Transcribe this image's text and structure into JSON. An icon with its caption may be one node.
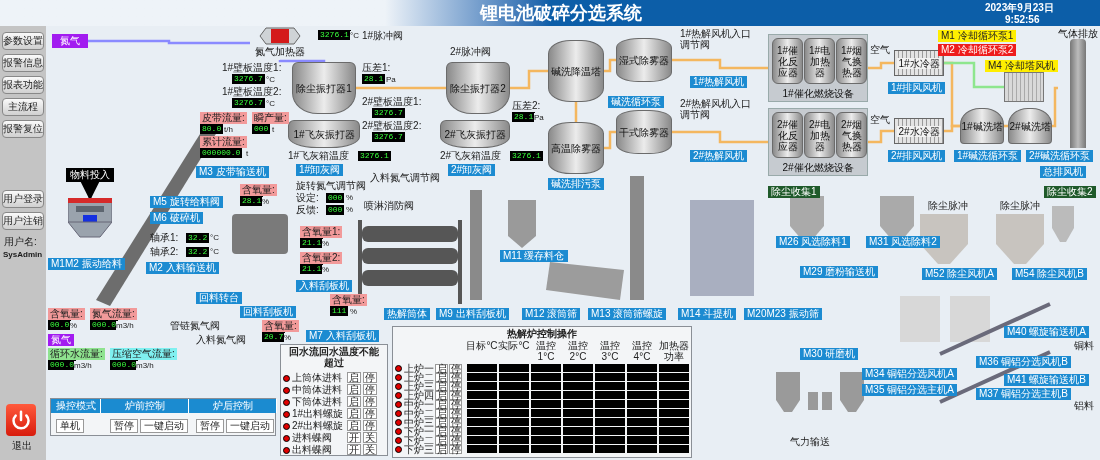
{
  "diagram": {
    "title": "锂电池破碎分选系统",
    "nodes": [
      {
        "text": [
          "氮气"
        ]
      },
      {
        "text": [
          "氮气加热器"
        ]
      },
      {
        "text": [
          "除尘振打器1"
        ]
      },
      {
        "text": [
          "1#飞灰振打器"
        ]
      },
      {
        "text": [
          "除尘振打器2"
        ]
      },
      {
        "text": [
          "2#飞灰振打器"
        ]
      },
      {
        "text": [
          "碱洗降温塔"
        ]
      },
      {
        "text": [
          "高温除雾器"
        ]
      },
      {
        "text": [
          "湿式除雾器"
        ]
      },
      {
        "text": [
          "干式除雾器"
        ]
      },
      {
        "text": [
          "1#催化燃烧设备"
        ]
      },
      {
        "text": [
          "1#催化反应器"
        ],
        "in": 10
      },
      {
        "text": [
          "1#电加热器"
        ],
        "in": 10
      },
      {
        "text": [
          "1#烟气换热器"
        ],
        "in": 10
      },
      {
        "text": [
          "2#催化燃烧设备"
        ]
      },
      {
        "text": [
          "2#催化反应器"
        ],
        "in": 14
      },
      {
        "text": [
          "2#电加热器"
        ],
        "in": 14
      },
      {
        "text": [
          "2#烟气换热器"
        ],
        "in": 14
      },
      {
        "text": [
          "1#水冷器"
        ]
      },
      {
        "text": [
          "2#水冷器"
        ]
      },
      {
        "text": [
          "1#碱洗塔"
        ]
      },
      {
        "text": [
          "2#碱洗塔"
        ]
      },
      {
        "text": [
          "气体排放"
        ]
      },
      {
        "text": [],
        "shape": "box"
      },
      {
        "text": [
          "物料投入"
        ]
      },
      {
        "text": [
          "热解炉控制操作"
        ]
      },
      {
        "text": [
          "操控模式",
          "炉前控制",
          "炉后控制"
        ]
      },
      {
        "text": [
          "回水流回水温度不能超过"
        ]
      },
      {
        "text": [],
        "shape": "picture"
      }
    ],
    "edges": [
      {
        "from": 0,
        "to": 1,
        "arrow": "none",
        "color": "#8a8aff"
      },
      {
        "from": 1,
        "to": 2,
        "arrow": "none",
        "color": "#8a8aff"
      },
      {
        "from": 2,
        "to": 4,
        "arrow": "none"
      },
      {
        "from": 4,
        "to": 6,
        "arrow": "none"
      },
      {
        "from": 6,
        "to": 7,
        "arrow": "none"
      },
      {
        "from": 6,
        "to": 8,
        "arrow": "none"
      },
      {
        "from": 7,
        "to": 9,
        "arrow": "none"
      },
      {
        "from": 8,
        "to": 10,
        "arrow": "none"
      },
      {
        "from": 9,
        "to": 14,
        "arrow": "none"
      },
      {
        "from": 10,
        "to": 18,
        "arrow": "none"
      },
      {
        "from": 14,
        "to": 19,
        "arrow": "none"
      },
      {
        "from": 18,
        "to": 20,
        "arrow": "none"
      },
      {
        "from": 19,
        "to": 20,
        "arrow": "none"
      },
      {
        "from": 20,
        "to": 21,
        "arrow": "none"
      },
      {
        "from": 21,
        "to": 22,
        "arrow": "none"
      },
      {
        "from": 23,
        "to": 18,
        "arrow": "none",
        "color": "#8ee68e"
      },
      {
        "from": 24,
        "to": 28,
        "arrow": "to",
        "color": "#000000"
      }
    ],
    "labels": [
      "参数设置",
      "报警信息",
      "报表功能",
      "主流程",
      "报警复位",
      "用户登录",
      "用户注销",
      "用户名:",
      "SysAdmin",
      "退出",
      "2023年9月23日",
      "9:52:56",
      "3276.1",
      "°C",
      "1#脉冲阀",
      "2#脉冲阀",
      "1#壁板温度1:",
      "3276.7",
      "°C",
      "1#壁板温度2:",
      "3276.7",
      "°C",
      "压差1:",
      "28.1",
      "Pa",
      "2#壁板温度1:",
      "3276.7",
      "2#壁板温度2:",
      "3276.7",
      "压差2:",
      "28.1",
      "Pa",
      "1#飞灰箱温度",
      "3276.1",
      "2#飞灰箱温度",
      "3276.1",
      "1#卸灰阀",
      "2#卸灰阀",
      "碱洗循环泵",
      "碱洗排污泵",
      "1#热解风机入口调节阀",
      "1#热解风机",
      "2#热解风机入口调节阀",
      "2#热解风机",
      "空气",
      "空气",
      "1#排风风机",
      "2#排风风机",
      "M1 冷却循环泵1",
      "M2 冷却循环泵2",
      "M4 冷却塔风机",
      "1#碱洗循环泵",
      "2#碱洗循环泵",
      "总排风机",
      "皮带流量:",
      "瞬产量:",
      "80.0",
      "t/h",
      "000",
      "t",
      "累计流量:",
      "000000.0",
      "t",
      "M3 皮带输送机",
      "旋转氮气调节阀",
      "设定:",
      "000",
      "%",
      "反馈:",
      "000",
      "%",
      "含氧量:",
      "28.1",
      "%",
      "M5 旋转给料阀",
      "M6 破碎机",
      "喷淋消防阀",
      "入料氮气调节阀",
      "轴承1:",
      "32.2",
      "°C",
      "轴承2:",
      "32.2",
      "°C",
      "含氧量1:",
      "21.1",
      "%",
      "含氧量2:",
      "21.1",
      "%",
      "入料刮板机",
      "M1M2 振动给料",
      "M2 入料输送机",
      "回料转台",
      "回料刮板机",
      "管链氮气阀",
      "入料氮气阀",
      "含氧量:",
      "20.7",
      "%",
      "M7 入料刮板机",
      "含氧量:",
      "111",
      "%",
      "含氧量:",
      "00.0",
      "%",
      "氮气流量:",
      "000.0",
      "m3/h",
      "氮气",
      "循环水流量:",
      "000.0",
      "m3/h",
      "压缩空气流量:",
      "000.0",
      "m3/h",
      "单机",
      "暂停",
      "一键启动",
      "暂停",
      "一键启动",
      "上筒体进料",
      "启",
      "停",
      "中筒体进料",
      "启",
      "停",
      "下筒体进料",
      "启",
      "停",
      "1#出料螺旋",
      "启",
      "停",
      "2#出料螺旋",
      "启",
      "停",
      "进料蝶阀",
      "开",
      "关",
      "出料蝶阀",
      "开",
      "关",
      "目标°C",
      "实际°C",
      "温控1°C",
      "温控2°C",
      "温控3°C",
      "温控4°C",
      "加热器功率",
      "上炉一",
      "启",
      "停",
      "上炉二",
      "启",
      "停",
      "上炉三",
      "启",
      "停",
      "上炉四",
      "启",
      "停",
      "中炉一",
      "启",
      "停",
      "中炉二",
      "启",
      "停",
      "中炉三",
      "启",
      "停",
      "下炉一",
      "启",
      "停",
      "下炉二",
      "启",
      "停",
      "下炉三",
      "启",
      "停",
      "M11 缓存料仓",
      "热解筒体",
      "M9 出料刮板机",
      "M12 滚筒筛",
      "M13 滚筒筛螺旋",
      "M14 斗提机",
      "M20M23 振动筛",
      "除尘收集1",
      "除尘收集2",
      "M26 风选除料1",
      "M31 风选除料2",
      "除尘脉冲",
      "除尘脉冲",
      "M29 磨粉输送机",
      "M52 除尘风机A",
      "M54 除尘风机B",
      "M30 研磨机",
      "M40 螺旋输送机A",
      "铜料",
      "M41 螺旋输送机B",
      "铝料",
      "M34 铜铝分选风机A",
      "M35 铜铝分选主机A",
      "M36 铜铝分选风机B",
      "M37 铜铝分选主机B",
      "气力输送"
    ]
  }
}
